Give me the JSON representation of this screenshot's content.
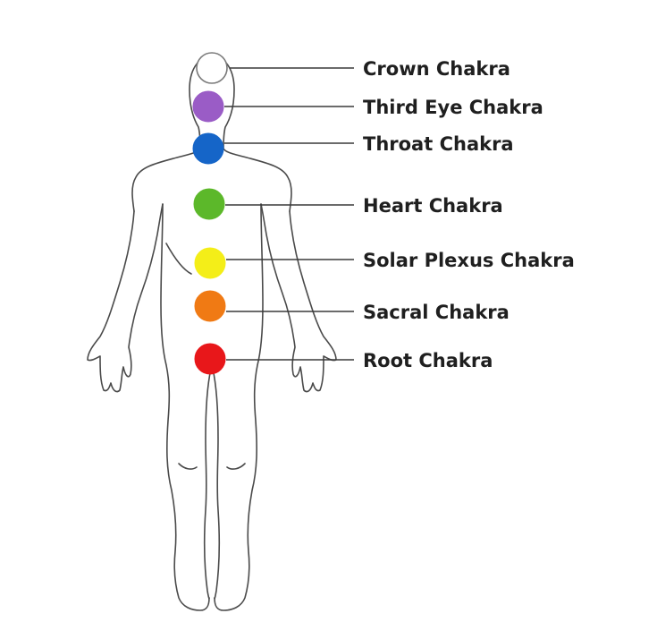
{
  "chakras": [
    {
      "label": "Crown Chakra",
      "color": "#ffffff"
    },
    {
      "label": "Third Eye Chakra",
      "color": "#9a5cc6"
    },
    {
      "label": "Throat Chakra",
      "color": "#1565c8"
    },
    {
      "label": "Heart Chakra",
      "color": "#5cb82a"
    },
    {
      "label": "Solar Plexus Chakra",
      "color": "#f4ee18"
    },
    {
      "label": "Sacral Chakra",
      "color": "#f07a14"
    },
    {
      "label": "Root Chakra",
      "color": "#e8171a"
    }
  ]
}
